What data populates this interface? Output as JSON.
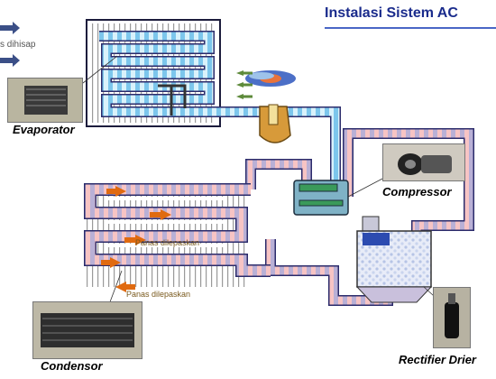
{
  "title": "Instalasi Sistem AC",
  "labels": {
    "evaporator": "Evaporator",
    "compressor": "Compressor",
    "condensor": "Condensor",
    "rectifier": "Rectifier Drier"
  },
  "annotations": {
    "heat_absorbed": "s dihisap",
    "heat_released_1": "Panas dilepaskan",
    "heat_released_2": "Panas dilepaskan"
  },
  "colors": {
    "high_pressure": "#f4a6a6",
    "low_pressure": "#8fd0f0",
    "pipe_outline": "#2b2b6b",
    "arrow_blue": "#3b4f87",
    "arrow_orange": "#e06a10",
    "title": "#1a2b8c"
  },
  "icons": [
    "air-in-arrow-icon",
    "fan-icon",
    "heat-arrow-icon"
  ]
}
